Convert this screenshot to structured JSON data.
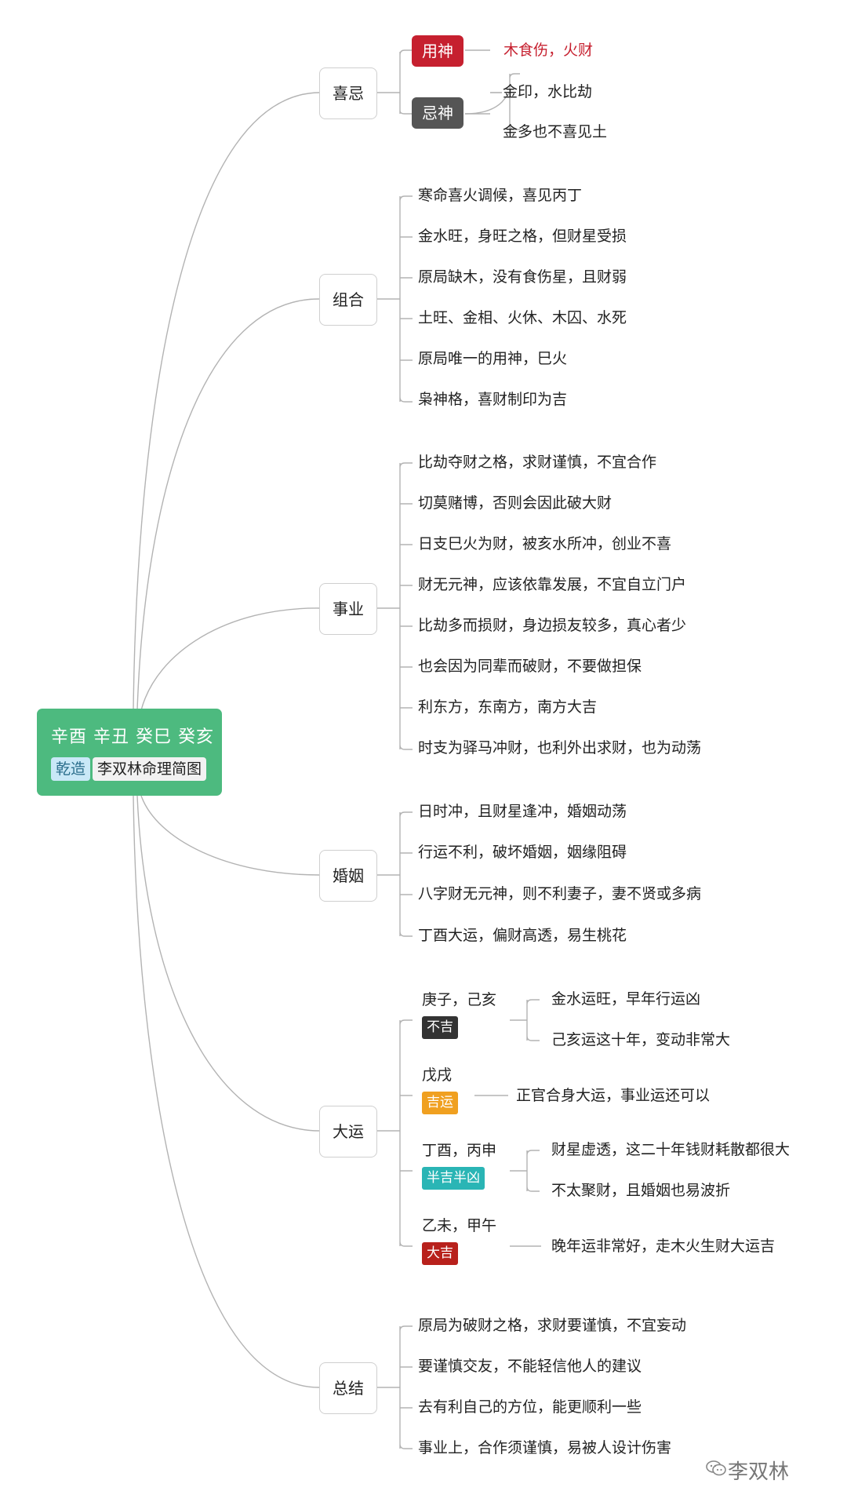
{
  "root": {
    "pillars": "辛酉 辛丑 癸巳 癸亥",
    "tag_gender": "乾造",
    "tag_title": "李双林命理简图"
  },
  "colors": {
    "root_bg": "#4dba7f",
    "useful_god": "#c6202f",
    "taboo_god": "#555555",
    "badge_bad": "#333333",
    "badge_good": "#f0a020",
    "badge_half": "#2ab5b5",
    "badge_great": "#b8211c",
    "line": "#b3b3b3"
  },
  "xiji": {
    "label": "喜忌",
    "useful_label": "用神",
    "useful_text": "木食伤，火财",
    "taboo_label": "忌神",
    "taboo_items": [
      "金印，水比劫",
      "金多也不喜见土"
    ]
  },
  "zuhe": {
    "label": "组合",
    "items": [
      "寒命喜火调候，喜见丙丁",
      "金水旺，身旺之格，但财星受损",
      "原局缺木，没有食伤星，且财弱",
      "土旺、金相、火休、木囚、水死",
      "原局唯一的用神，巳火",
      "枭神格，喜财制印为吉"
    ]
  },
  "shiye": {
    "label": "事业",
    "items": [
      "比劫夺财之格，求财谨慎，不宜合作",
      "切莫赌博，否则会因此破大财",
      "日支巳火为财，被亥水所冲，创业不喜",
      "财无元神，应该依靠发展，不宜自立门户",
      "比劫多而损财，身边损友较多，真心者少",
      "也会因为同辈而破财，不要做担保",
      "利东方，东南方，南方大吉",
      "时支为驿马冲财，也利外出求财，也为动荡"
    ]
  },
  "hunyin": {
    "label": "婚姻",
    "items": [
      "日时冲，且财星逢冲，婚姻动荡",
      "行运不利，破坏婚姻，姻缘阻碍",
      "八字财无元神，则不利妻子，妻不贤或多病",
      "丁酉大运，偏财高透，易生桃花"
    ]
  },
  "dayun": {
    "label": "大运",
    "groups": [
      {
        "name": "庚子，己亥",
        "badge": "不吉",
        "notes": [
          "金水运旺，早年行运凶",
          "己亥运这十年，变动非常大"
        ]
      },
      {
        "name": "戊戌",
        "badge": "吉运",
        "notes": [
          "正官合身大运，事业运还可以"
        ]
      },
      {
        "name": "丁酉，丙申",
        "badge": "半吉半凶",
        "notes": [
          "财星虚透，这二十年钱财耗散都很大",
          "不太聚财，且婚姻也易波折"
        ]
      },
      {
        "name": "乙未，甲午",
        "badge": "大吉",
        "notes": [
          "晚年运非常好，走木火生财大运吉"
        ]
      }
    ]
  },
  "zongjie": {
    "label": "总结",
    "items": [
      "原局为破财之格，求财要谨慎，不宜妄动",
      "要谨慎交友，不能轻信他人的建议",
      "去有利自己的方位，能更顺利一些",
      "事业上，合作须谨慎，易被人设计伤害"
    ]
  },
  "watermark": "李双林"
}
